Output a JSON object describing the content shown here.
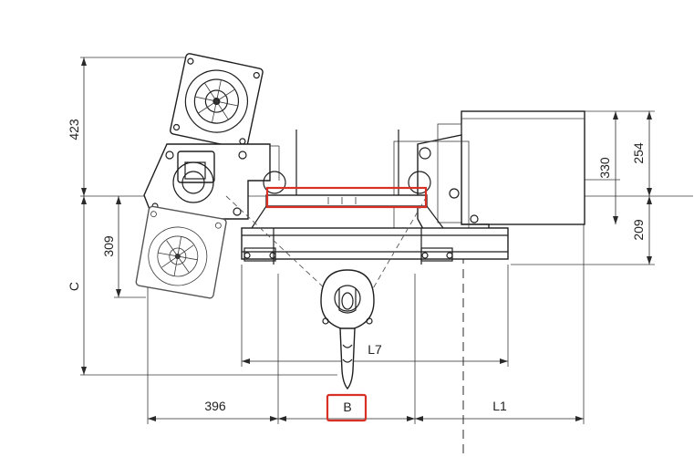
{
  "dimensions": {
    "d423": "423",
    "d309": "309",
    "c": "C",
    "d330": "330",
    "d254": "254",
    "d209": "209",
    "l7": "L7",
    "d396": "396",
    "b": "B",
    "l1": "L1"
  },
  "colors": {
    "highlight": "#d93025",
    "line": "#1f1f1f"
  }
}
